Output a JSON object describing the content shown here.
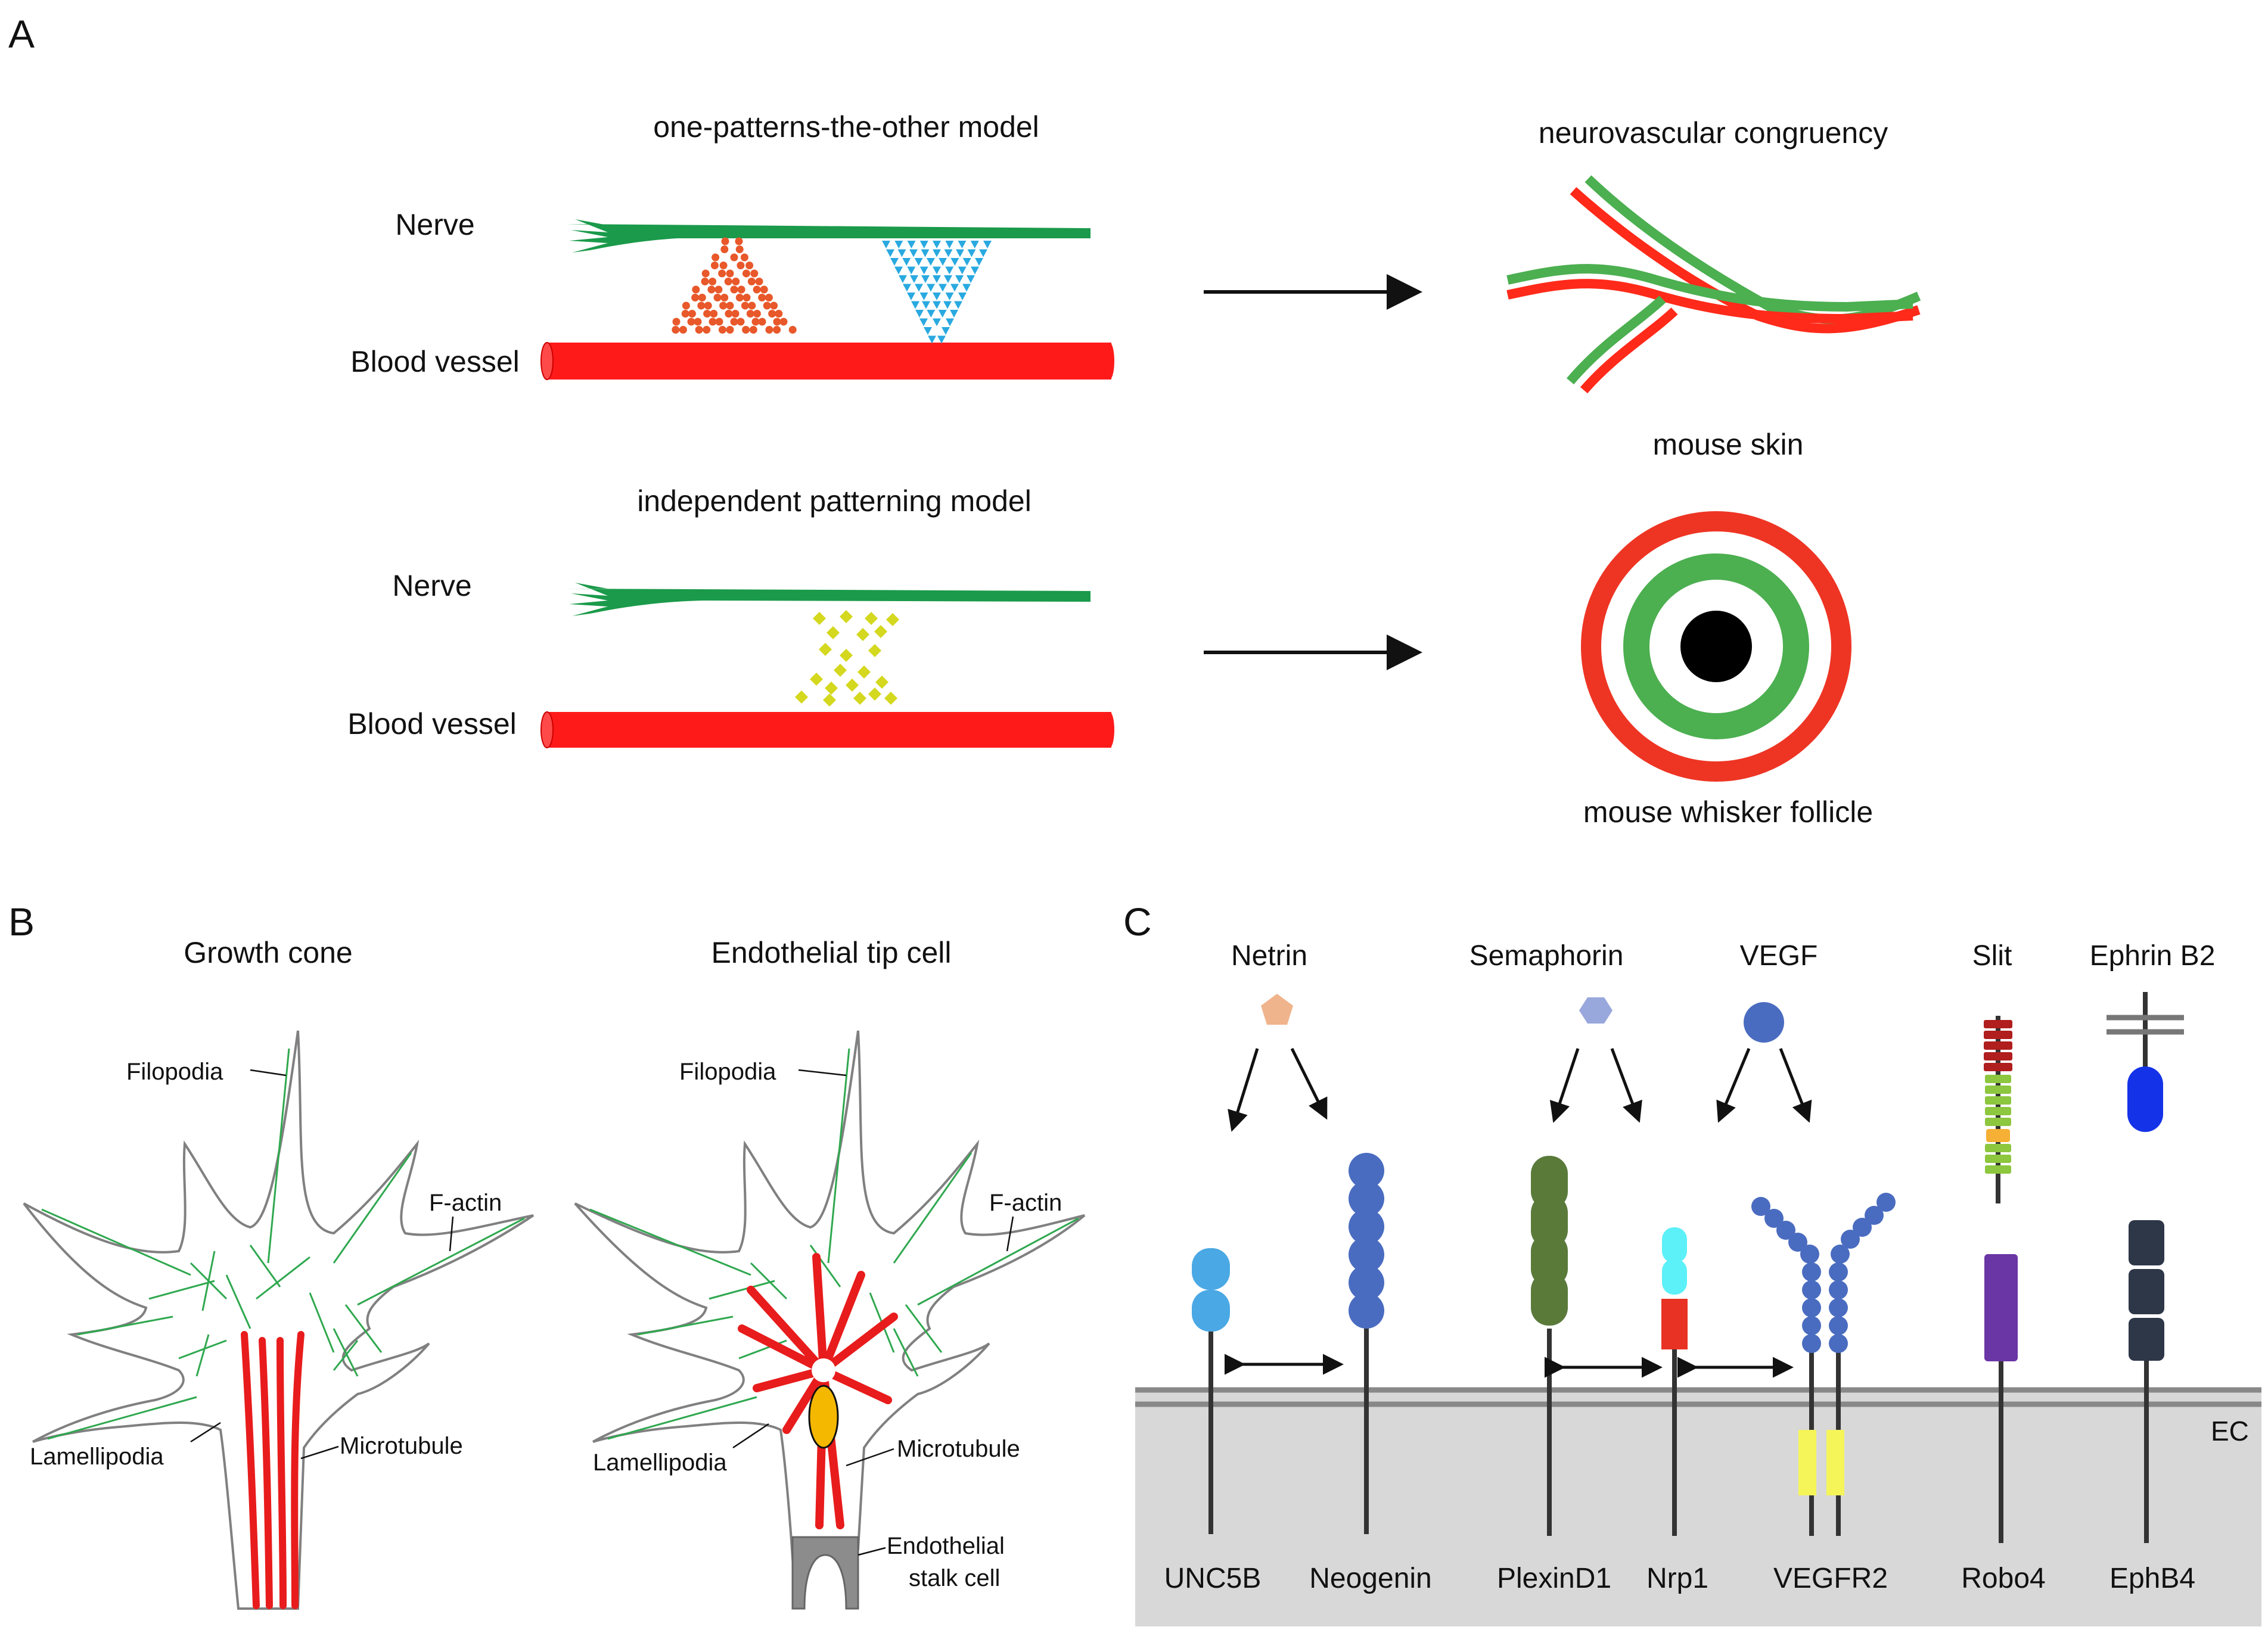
{
  "panels": {
    "A": {
      "letter": "A",
      "top_model": {
        "title": "one-patterns-the-other model",
        "nerve_label": "Nerve",
        "vessel_label": "Blood vessel"
      },
      "bottom_model": {
        "title": "independent patterning model",
        "nerve_label": "Nerve",
        "vessel_label": "Blood vessel"
      },
      "congruency_title": "neurovascular congruency",
      "skin_label": "mouse skin",
      "whisker_label": "mouse whisker follicle"
    },
    "B": {
      "letter": "B",
      "growth_cone": {
        "title": "Growth cone",
        "filopodia": "Filopodia",
        "factin": "F-actin",
        "lamellipodia": "Lamellipodia",
        "microtubule": "Microtubule"
      },
      "tip_cell": {
        "title": "Endothelial tip cell",
        "filopodia": "Filopodia",
        "factin": "F-actin",
        "lamellipodia": "Lamellipodia",
        "microtubule": "Microtubule",
        "stalk_line1": "Endothelial",
        "stalk_line2": "stalk cell"
      }
    },
    "C": {
      "letter": "C",
      "ligands": {
        "netrin": "Netrin",
        "semaphorin": "Semaphorin",
        "vegf": "VEGF",
        "slit": "Slit",
        "ephrin": "Ephrin B2"
      },
      "receptors": {
        "unc5b": "UNC5B",
        "neogenin": "Neogenin",
        "plexind1": "PlexinD1",
        "nrp1": "Nrp1",
        "vegfr2": "VEGFR2",
        "robo4": "Robo4",
        "ephb4": "EphB4"
      },
      "membrane_label": "EC"
    }
  },
  "colors": {
    "nerve": "#1a9a4a",
    "vessel": "#ff1a1a",
    "orange_dots": "#e8582a",
    "blue_triangles": "#29a9e0",
    "yellow_diamonds": "#d4d81e",
    "factin": "#2fa84f",
    "microtubule": "#e81c1c",
    "membrane_bg": "#d8d8d8"
  }
}
